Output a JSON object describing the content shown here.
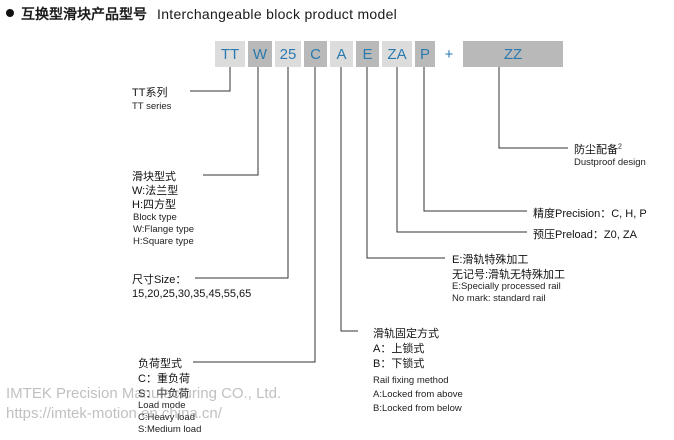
{
  "title": {
    "cn": "互换型滑块产品型号",
    "en": "Interchangeable block product model"
  },
  "model_segments": [
    {
      "label": "TT",
      "shade": "light"
    },
    {
      "label": "W",
      "shade": "dark"
    },
    {
      "label": "25",
      "shade": "light"
    },
    {
      "label": "C",
      "shade": "dark"
    },
    {
      "label": "A",
      "shade": "light"
    },
    {
      "label": "E",
      "shade": "dark"
    },
    {
      "label": "ZA",
      "shade": "light"
    },
    {
      "label": "P",
      "shade": "dark"
    },
    {
      "label": "+",
      "shade": "none"
    },
    {
      "label": "ZZ",
      "shade": "dark"
    }
  ],
  "annotations": {
    "tt": {
      "cn": "TT系列",
      "en": "TT series"
    },
    "block_type": {
      "cn_title": "滑块型式",
      "cn_w": "W:法兰型",
      "cn_h": "H:四方型",
      "en_title": "Block type",
      "en_w": "W:Flange type",
      "en_h": "H:Square type"
    },
    "size": {
      "title": "尺寸Size：",
      "values": "15,20,25,30,35,45,55,65"
    },
    "load": {
      "cn_title": "负荷型式",
      "cn_c": "C：重负荷",
      "cn_s": "S：中负荷",
      "en_title": "Load mode",
      "en_c": "C:Heavy load",
      "en_s": "S:Medium load"
    },
    "rail_fix": {
      "cn_title": "滑轨固定方式",
      "cn_a": "A：上锁式",
      "cn_b": "B：下锁式",
      "en_title": "Rail fixing method",
      "en_a": "A:Locked from above",
      "en_b": "B:Locked from below"
    },
    "rail_type": {
      "cn_e": "E:滑轨特殊加工",
      "cn_none": "无记号:滑轨无特殊加工",
      "en_e": "E:Specially processed rail",
      "en_none": "No mark: standard rail"
    },
    "preload": {
      "text": "预压Preload：Z0, ZA"
    },
    "precision": {
      "text": "精度Precision：C, H, P"
    },
    "dustproof": {
      "cn": "防尘配备",
      "sup": "2",
      "en": "Dustproof design"
    }
  },
  "watermark": {
    "line1": "IMTEK Precision Manufacturing CO., Ltd.",
    "line2": "https://imtek-motion.en.china.cn/"
  },
  "colors": {
    "box_text": "#2a7ab0",
    "box_light": "#dcdcdc",
    "box_dark": "#b9b9b9"
  }
}
